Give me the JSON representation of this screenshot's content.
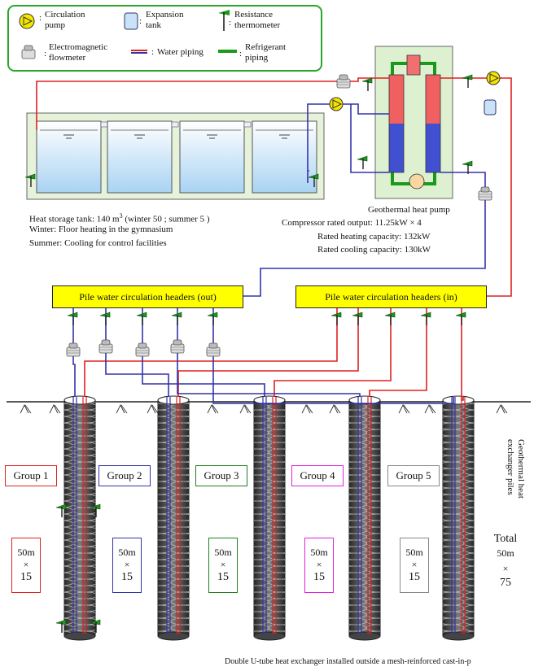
{
  "legend": {
    "pump": "Circulation pump",
    "pump_l1": "Circulation",
    "pump_l2": "pump",
    "expansion_l1": "Expansion",
    "expansion_l2": "tank",
    "resistance_l1": "Resistance",
    "resistance_l2": "thermometer",
    "flow_l1": "Electromagnetic",
    "flow_l2": "flowmeter",
    "water_piping": "Water piping",
    "refrigerant_l1": "Refrigerant",
    "refrigerant_l2": "piping",
    "colon": ":"
  },
  "tank": {
    "line1_prefix": "Heat storage tank: 140 m",
    "line1_sup": "3",
    "line1_suffix": " (winter 50     ; summer 5      )",
    "line2": "Winter: Floor heating in the gymnasium",
    "line3": "Summer: Cooling for control facilities"
  },
  "heatpump": {
    "title": "Geothermal heat pump",
    "compressor": "Compressor rated output: 11.25kW  × 4",
    "heating": "Rated heating capacity: 132kW",
    "cooling": "Rated cooling capacity: 130kW"
  },
  "headers": {
    "out": "Pile water circulation headers (out)",
    "in": "Pile water circulation headers (in)"
  },
  "groups": [
    {
      "label": "Group 1",
      "length": "50m",
      "times": "×",
      "count": "15",
      "color": "#e02020"
    },
    {
      "label": "Group 2",
      "length": "50m",
      "times": "×",
      "count": "15",
      "color": "#3333aa"
    },
    {
      "label": "Group 3",
      "length": "50m",
      "times": "×",
      "count": "15",
      "color": "#208020"
    },
    {
      "label": "Group 4",
      "length": "50m",
      "times": "×",
      "count": "15",
      "color": "#e020e0"
    },
    {
      "label": "Group 5",
      "length": "50m",
      "times": "×",
      "count": "15",
      "color": "#888888"
    }
  ],
  "total": {
    "label": "Total",
    "length": "50m",
    "times": "×",
    "count": "75"
  },
  "piles_label": "Geothermal heat exchanger piles",
  "caption": "Double U-tube heat exchanger installed outside a mesh-reinforced cast-in-p",
  "colors": {
    "water_red": "#e02020",
    "water_blue": "#3333aa",
    "refrigerant": "#1a9a1a",
    "header_fill": "#ffff00",
    "legend_border": "#2aa72a",
    "tank_water": "#d6ecfb",
    "pump_fill": "#f5e600"
  }
}
